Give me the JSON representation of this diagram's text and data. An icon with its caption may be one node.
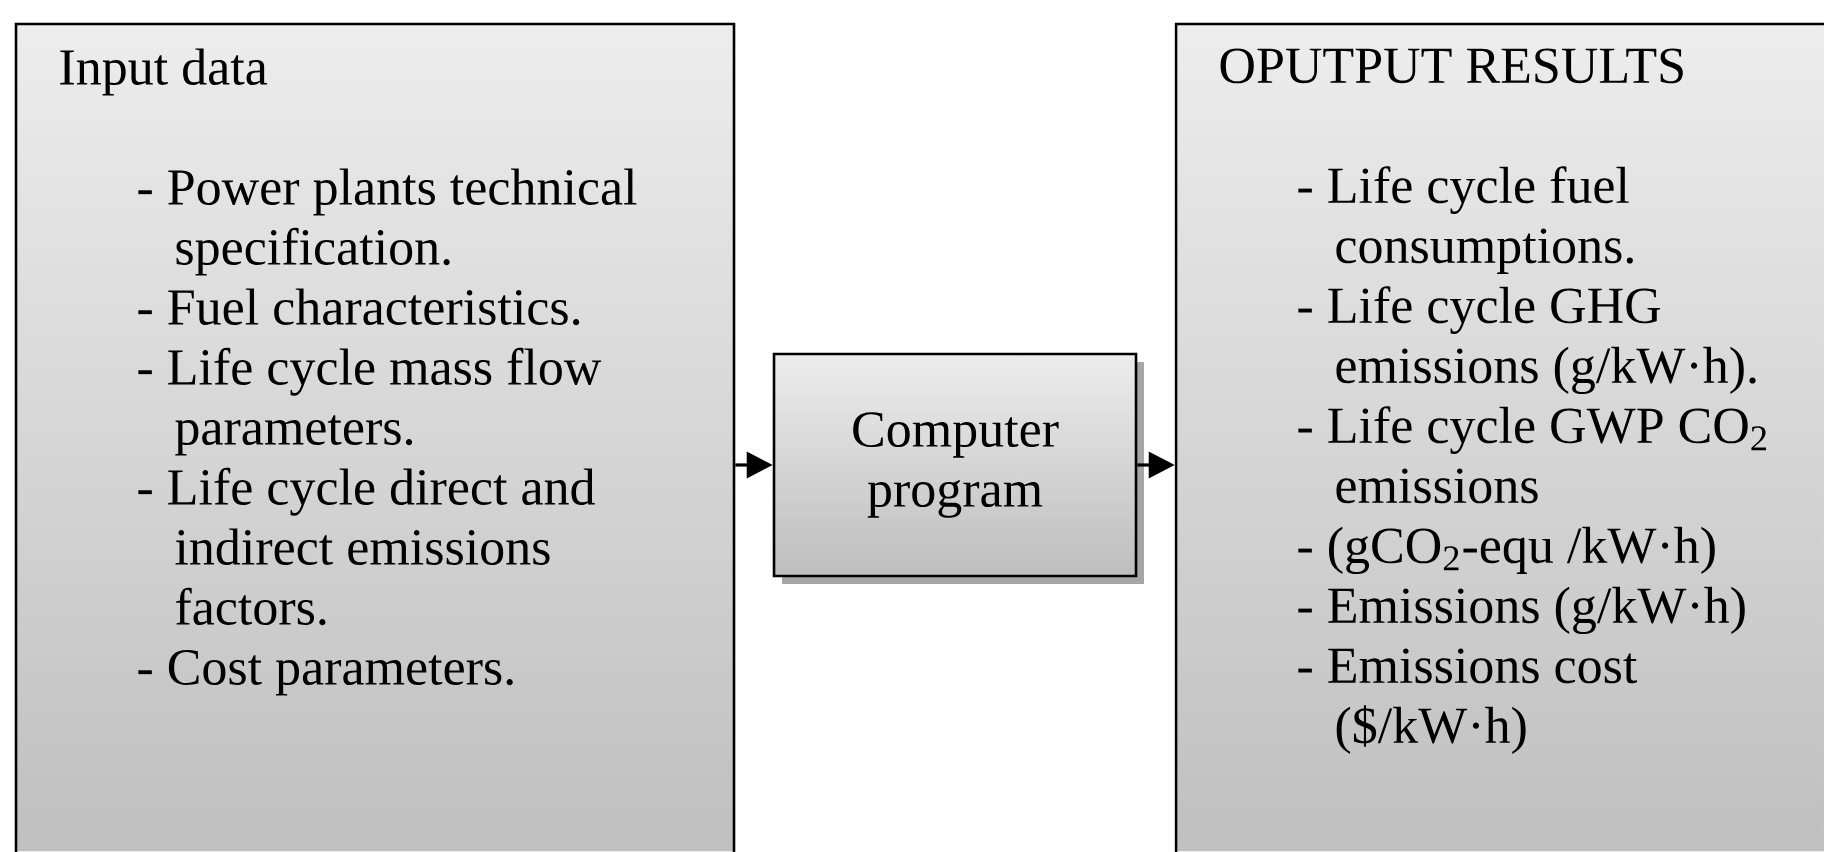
{
  "diagram": {
    "nodes": [
      {
        "text": [
          "Input data",
          "- Power plants technical specification.",
          "- Fuel characteristics.",
          "- Life cycle mass flow parameters.",
          "- Life cycle direct and indirect emissions factors.",
          "- Cost parameters."
        ]
      },
      {
        "text": [
          "Computer program"
        ]
      },
      {
        "text": [
          "OPUTPUT RESULTS",
          "- Life cycle fuel consumptions.",
          "- Life cycle GHG emissions (g/kW·h).",
          "- Life cycle GWP CO$_{2}$ emissions",
          "- (gCO$_{2}$-equ /kW·h)",
          "- Emissions (g/kW·h)",
          "- Emissions cost ($/kW·h)"
        ]
      }
    ],
    "edges": [
      {
        "from": 0,
        "to": 1,
        "arrow": "to"
      },
      {
        "from": 1,
        "to": 2,
        "arrow": "to"
      }
    ]
  }
}
